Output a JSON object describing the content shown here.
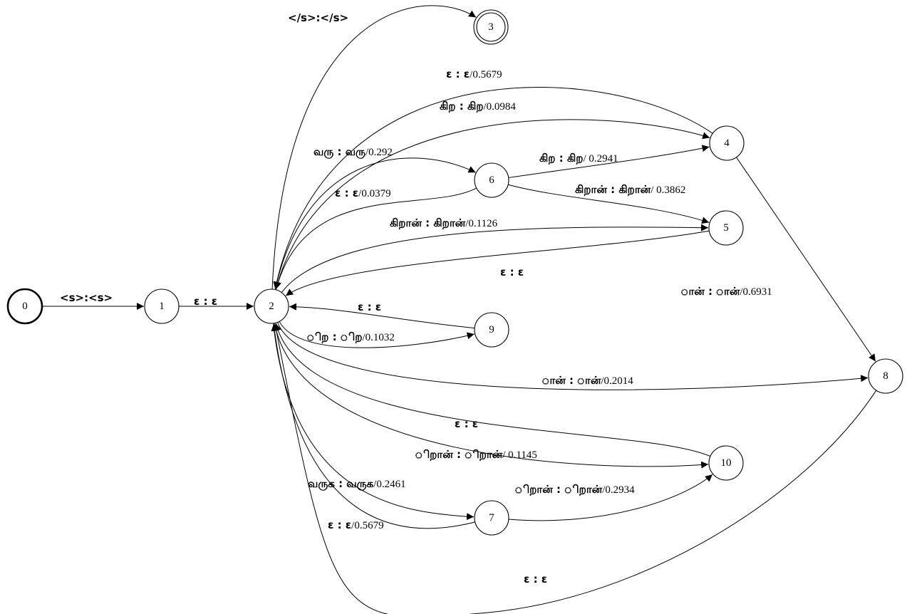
{
  "diagram": {
    "type": "finite-state-transducer",
    "states": [
      {
        "id": "0",
        "initial": true,
        "final": false
      },
      {
        "id": "1",
        "initial": false,
        "final": false
      },
      {
        "id": "2",
        "initial": false,
        "final": false
      },
      {
        "id": "3",
        "initial": false,
        "final": true
      },
      {
        "id": "4",
        "initial": false,
        "final": false
      },
      {
        "id": "5",
        "initial": false,
        "final": false
      },
      {
        "id": "6",
        "initial": false,
        "final": false
      },
      {
        "id": "7",
        "initial": false,
        "final": false
      },
      {
        "id": "8",
        "initial": false,
        "final": false
      },
      {
        "id": "9",
        "initial": false,
        "final": false
      },
      {
        "id": "10",
        "initial": false,
        "final": false
      }
    ],
    "transitions": [
      {
        "from": "0",
        "to": "1",
        "io": "<s>:<s>",
        "weight": ""
      },
      {
        "from": "1",
        "to": "2",
        "io": "ε : ε",
        "weight": ""
      },
      {
        "from": "2",
        "to": "3",
        "io": "</s>:</s>",
        "weight": ""
      },
      {
        "from": "4",
        "to": "2",
        "io": "ε : ε",
        "weight": "/0.5679"
      },
      {
        "from": "2",
        "to": "4",
        "io": "கிற : கிற",
        "weight": "/0.0984"
      },
      {
        "from": "2",
        "to": "6",
        "io": "வரு : வரு",
        "weight": "/0.292"
      },
      {
        "from": "6",
        "to": "4",
        "io": "கிற : கிற",
        "weight": "/ 0.2941"
      },
      {
        "from": "6",
        "to": "2",
        "io": "ε : ε",
        "weight": "/0.0379"
      },
      {
        "from": "6",
        "to": "5",
        "io": "கிறான் : கிறான்",
        "weight": "/ 0.3862"
      },
      {
        "from": "2",
        "to": "5",
        "io": "கிறான் : கிறான்",
        "weight": "/0.1126"
      },
      {
        "from": "5",
        "to": "2",
        "io": "ε : ε",
        "weight": ""
      },
      {
        "from": "4",
        "to": "8",
        "io": "ான் : ான்",
        "weight": "/0.6931"
      },
      {
        "from": "9",
        "to": "2",
        "io": "ε : ε",
        "weight": ""
      },
      {
        "from": "2",
        "to": "9",
        "io": "ிற : ிற",
        "weight": "/0.1032"
      },
      {
        "from": "2",
        "to": "8",
        "io": "ான் : ான்",
        "weight": "/0.2014"
      },
      {
        "from": "10",
        "to": "2",
        "io": "ε : ε",
        "weight": ""
      },
      {
        "from": "2",
        "to": "10",
        "io": "ிறான் : ிறான்",
        "weight": "/ 0.1145"
      },
      {
        "from": "2",
        "to": "7",
        "io": "வருக : வருக",
        "weight": "/0.2461"
      },
      {
        "from": "7",
        "to": "10",
        "io": "ிறான் : ிறான்",
        "weight": "/0.2934"
      },
      {
        "from": "7",
        "to": "2",
        "io": "ε : ε",
        "weight": "/0.5679"
      },
      {
        "from": "8",
        "to": "2",
        "io": "ε : ε",
        "weight": ""
      }
    ]
  }
}
